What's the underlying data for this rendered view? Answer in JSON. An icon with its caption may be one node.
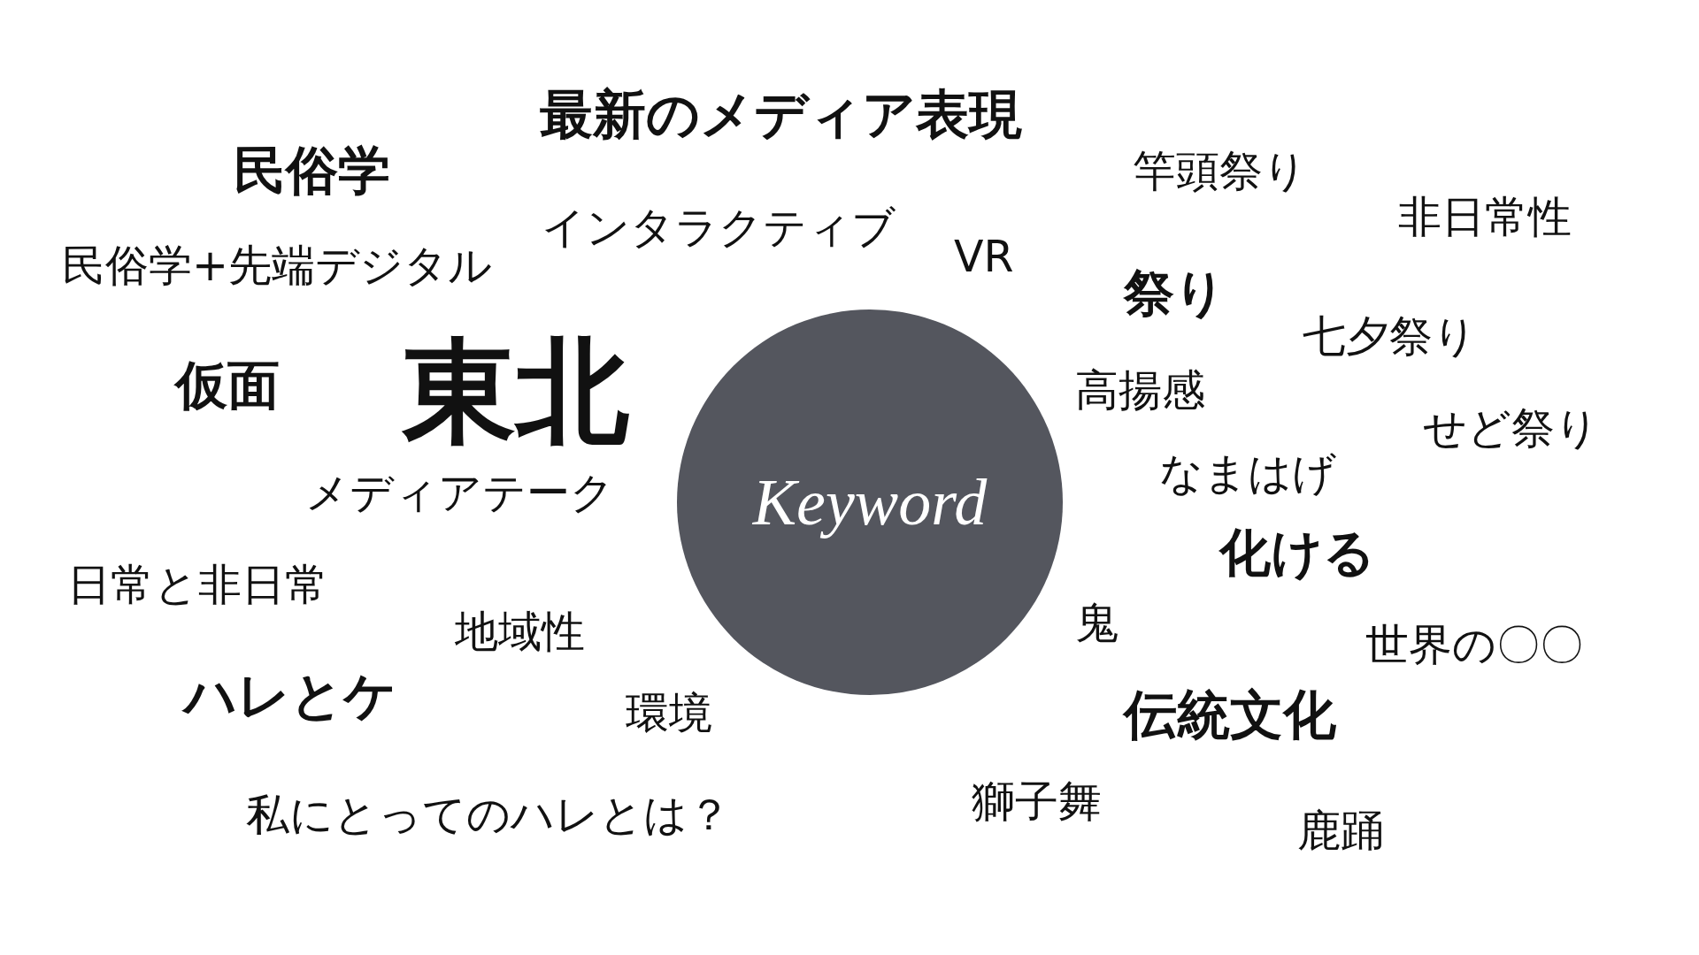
{
  "diagram": {
    "nodes": [
      {
        "text": [
          "Keyword"
        ]
      }
    ],
    "labels": [
      "最新のメディア表現",
      "民俗学",
      "竿頭祭り",
      "非日常性",
      "インタラクティブ",
      "VR",
      "民俗学+先端デジタル",
      "祭り",
      "七夕祭り",
      "仮面",
      "東北",
      "高揚感",
      "せど祭り",
      "なまはげ",
      "メディアテーク",
      "化ける",
      "日常と非日常",
      "鬼",
      "地域性",
      "世界の〇〇",
      "ハレとケ",
      "環境",
      "伝統文化",
      "獅子舞",
      "私にとってのハレとは？",
      "鹿踊"
    ]
  }
}
